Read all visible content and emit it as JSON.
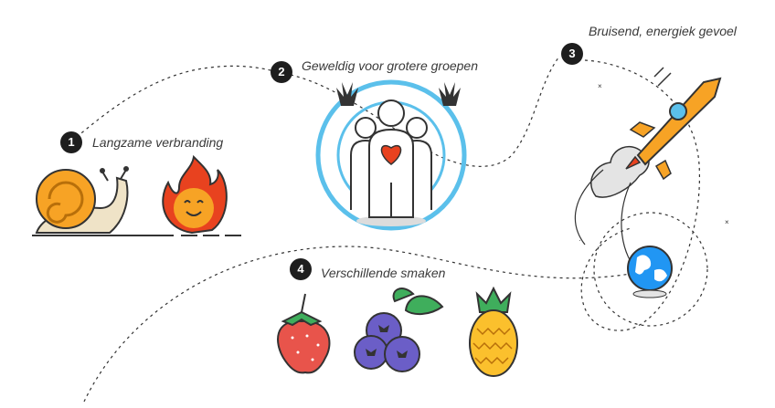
{
  "steps": [
    {
      "number": "1",
      "label": "Langzame verbranding",
      "icons": [
        "snail-icon",
        "flame-mascot-icon"
      ]
    },
    {
      "number": "2",
      "label": "Geweldig voor grotere groepen",
      "icons": [
        "group-heart-icon",
        "cannabis-leaf-icon"
      ]
    },
    {
      "number": "3",
      "label": "Bruisend, energiek gevoel",
      "icons": [
        "rocket-icon",
        "earth-icon"
      ]
    },
    {
      "number": "4",
      "label": "Verschillende smaken",
      "icons": [
        "strawberry-icon",
        "blueberry-icon",
        "pineapple-icon"
      ]
    }
  ],
  "colors": {
    "accent_blue": "#5bc0eb",
    "badge": "#1e1e1e",
    "orange": "#f7a325",
    "flame_red": "#e8421f",
    "strawberry": "#e8544b",
    "blueberry": "#6b5ec7",
    "leaf_green": "#3fae5c",
    "pineapple": "#fbc02d"
  }
}
